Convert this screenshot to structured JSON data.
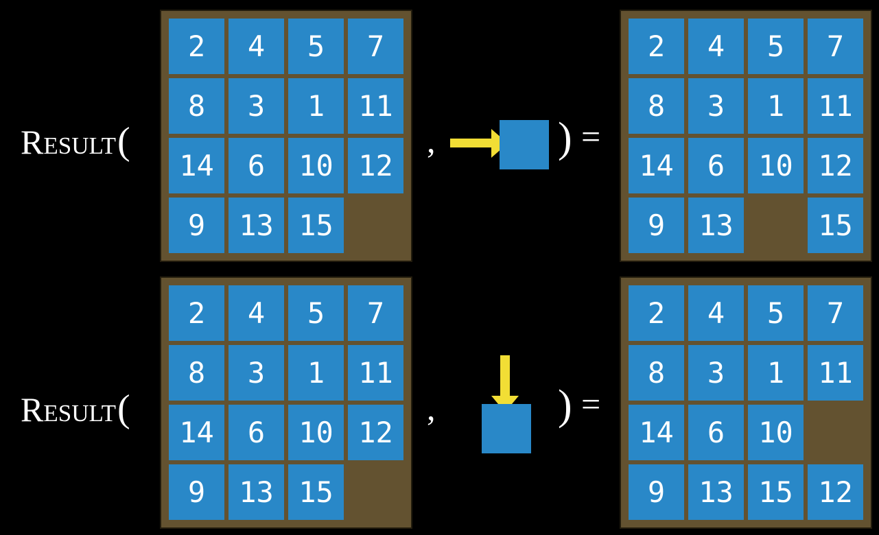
{
  "colors": {
    "background": "#000000",
    "board_frame": "#635230",
    "tile_blue": "#2988c8",
    "tile_number": "#ffffff",
    "arrow_yellow": "#f2de35",
    "formula_text": "#ffffff"
  },
  "rows": [
    {
      "function_label": "Result",
      "open_paren": "(",
      "comma": ",",
      "close_paren": ")",
      "equals": "=",
      "action": {
        "icon": "arrow-right-icon",
        "direction": "right"
      },
      "before_grid": [
        [
          "2",
          "4",
          "5",
          "7"
        ],
        [
          "8",
          "3",
          "1",
          "11"
        ],
        [
          "14",
          "6",
          "10",
          "12"
        ],
        [
          "9",
          "13",
          "15",
          ""
        ]
      ],
      "after_grid": [
        [
          "2",
          "4",
          "5",
          "7"
        ],
        [
          "8",
          "3",
          "1",
          "11"
        ],
        [
          "14",
          "6",
          "10",
          "12"
        ],
        [
          "9",
          "13",
          "",
          "15"
        ]
      ]
    },
    {
      "function_label": "Result",
      "open_paren": "(",
      "comma": ",",
      "close_paren": ")",
      "equals": "=",
      "action": {
        "icon": "arrow-down-icon",
        "direction": "down"
      },
      "before_grid": [
        [
          "2",
          "4",
          "5",
          "7"
        ],
        [
          "8",
          "3",
          "1",
          "11"
        ],
        [
          "14",
          "6",
          "10",
          "12"
        ],
        [
          "9",
          "13",
          "15",
          ""
        ]
      ],
      "after_grid": [
        [
          "2",
          "4",
          "5",
          "7"
        ],
        [
          "8",
          "3",
          "1",
          "11"
        ],
        [
          "14",
          "6",
          "10",
          ""
        ],
        [
          "9",
          "13",
          "15",
          "12"
        ]
      ]
    }
  ]
}
